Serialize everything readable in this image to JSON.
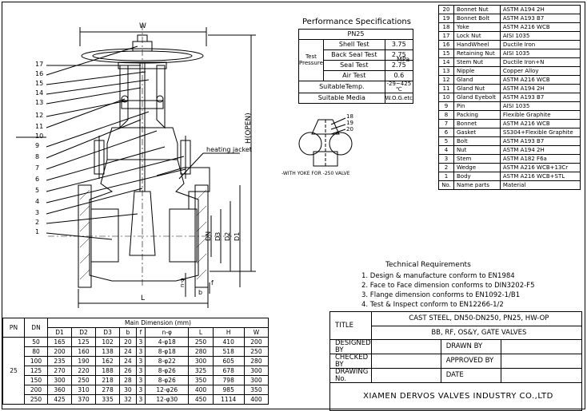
{
  "drawing_labels": {
    "W": "W",
    "H": "H(OPEN)",
    "L": "L",
    "DN": "DN",
    "D3": "D3",
    "D2": "D2",
    "D1": "D1",
    "b": "b",
    "f": "f",
    "nphi": "n-φ",
    "heating_jacket": "heating jacket",
    "yoke_note": "-WITH YOKE FOR -250 VALVE",
    "part_callouts": [
      "17",
      "16",
      "15",
      "14",
      "13",
      "12",
      "11",
      "10",
      "9",
      "8",
      "7",
      "6",
      "5",
      "4",
      "3",
      "2",
      "1"
    ],
    "detail_callouts": [
      "18",
      "19",
      "20"
    ]
  },
  "performance": {
    "title": "Performance Specifications",
    "pn": "PN25",
    "test_label": "Test Pressure",
    "rows": [
      {
        "name": "Shell Test",
        "value": "3.75"
      },
      {
        "name": "Back Seal Test",
        "value": "2.75"
      },
      {
        "name": "Seal Test",
        "value": "2.75"
      },
      {
        "name": "Air Test",
        "value": "0.6"
      }
    ],
    "unit": "MPa",
    "temp_label": "SuitableTemp.",
    "temp_value": "-29~425 ℃",
    "media_label": "Suitable Media",
    "media_value": "W.O.G.etc"
  },
  "parts": {
    "rows": [
      {
        "no": "20",
        "name": "Bonnet Nut",
        "material": "ASTM A194 2H"
      },
      {
        "no": "19",
        "name": "Bonnet Bolt",
        "material": "ASTM A193 B7"
      },
      {
        "no": "18",
        "name": "Yoke",
        "material": "ASTM A216 WCB"
      },
      {
        "no": "17",
        "name": "Lock Nut",
        "material": "AISI 1035"
      },
      {
        "no": "16",
        "name": "HandWheel",
        "material": "Ductile Iron"
      },
      {
        "no": "15",
        "name": "Retaining Nut",
        "material": "AISI 1035"
      },
      {
        "no": "14",
        "name": "Stem Nut",
        "material": "Ductile Iron+N"
      },
      {
        "no": "13",
        "name": "Nipple",
        "material": "Copper Alloy"
      },
      {
        "no": "12",
        "name": "Gland",
        "material": "ASTM A216 WCB"
      },
      {
        "no": "11",
        "name": "Gland Nut",
        "material": "ASTM A194 2H"
      },
      {
        "no": "10",
        "name": "Gland Eyebolt",
        "material": "ASTM A193 B7"
      },
      {
        "no": "9",
        "name": "Pin",
        "material": "AISI 1035"
      },
      {
        "no": "8",
        "name": "Packing",
        "material": "Flexible Graphite"
      },
      {
        "no": "7",
        "name": "Bonnet",
        "material": "ASTM A216 WCB"
      },
      {
        "no": "6",
        "name": "Gasket",
        "material": "SS304+Flexible Graphite"
      },
      {
        "no": "5",
        "name": "Bolt",
        "material": "ASTM A193 B7"
      },
      {
        "no": "4",
        "name": "Nut",
        "material": "ASTM A194 2H"
      },
      {
        "no": "3",
        "name": "Stem",
        "material": "ASTM A182 F6a"
      },
      {
        "no": "2",
        "name": "Wedge",
        "material": "ASTM A216 WCB+13Cr"
      },
      {
        "no": "1",
        "name": "Body",
        "material": "ASTM A216 WCB+STL"
      }
    ],
    "header": {
      "no": "No.",
      "name": "Name parts",
      "material": "Material"
    }
  },
  "requirements": {
    "title": "Technical Requirements",
    "items": [
      "1. Design & manufacture conform to EN1984",
      "2. Face to Face dimension conforms to DIN3202-F5",
      "3. Flange dimension conforms to EN1092-1/B1",
      "4. Test & Inspect conform to EN12266-1/2"
    ]
  },
  "dimensions": {
    "pn_header": "PN",
    "dn_header": "DN",
    "main_header": "Main Dimension (mm)",
    "columns": [
      "D1",
      "D2",
      "D3",
      "b",
      "f",
      "n-φ",
      "L",
      "H",
      "W"
    ],
    "pn_value": "25",
    "rows": [
      [
        "50",
        "165",
        "125",
        "102",
        "20",
        "3",
        "4-φ18",
        "250",
        "410",
        "200"
      ],
      [
        "80",
        "200",
        "160",
        "138",
        "24",
        "3",
        "8-φ18",
        "280",
        "518",
        "250"
      ],
      [
        "100",
        "235",
        "190",
        "162",
        "24",
        "3",
        "8-φ22",
        "300",
        "605",
        "280"
      ],
      [
        "125",
        "270",
        "220",
        "188",
        "26",
        "3",
        "8-φ26",
        "325",
        "678",
        "300"
      ],
      [
        "150",
        "300",
        "250",
        "218",
        "28",
        "3",
        "8-φ26",
        "350",
        "798",
        "300"
      ],
      [
        "200",
        "360",
        "310",
        "278",
        "30",
        "3",
        "12-φ26",
        "400",
        "985",
        "350"
      ],
      [
        "250",
        "425",
        "370",
        "335",
        "32",
        "3",
        "12-φ30",
        "450",
        "1114",
        "400"
      ]
    ]
  },
  "title_block": {
    "title_label": "TITLE",
    "title_line1": "CAST STEEL, DN50-DN250, PN25, HW-OP",
    "title_line2": "BB, RF, OS&Y, GATE VALVES",
    "designed_by": "DESIGNED BY",
    "checked_by": "CHECKED BY",
    "drawing_no": "DRAWING No.",
    "drawn_by": "DRAWN BY",
    "approved_by": "APPROVED BY",
    "date": "DATE",
    "company": "XIAMEN DERVOS VALVES INDUSTRY CO.,LTD"
  }
}
